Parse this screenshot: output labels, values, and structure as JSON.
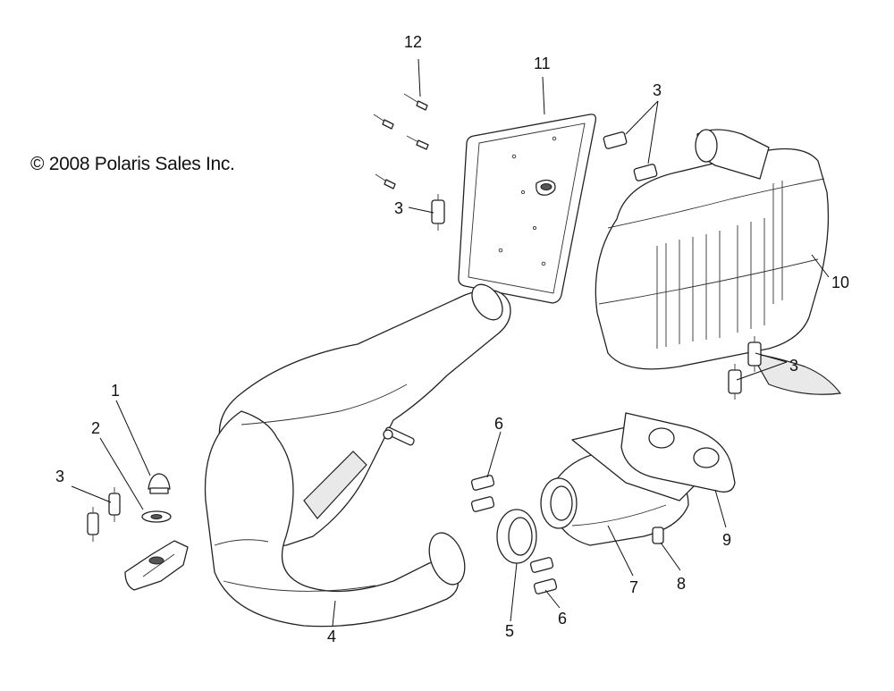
{
  "copyright": "© 2008 Polaris Sales Inc.",
  "callouts": [
    "1",
    "2",
    "3",
    "3",
    "3",
    "3",
    "4",
    "5",
    "6",
    "6",
    "7",
    "8",
    "9",
    "10",
    "11",
    "12"
  ]
}
